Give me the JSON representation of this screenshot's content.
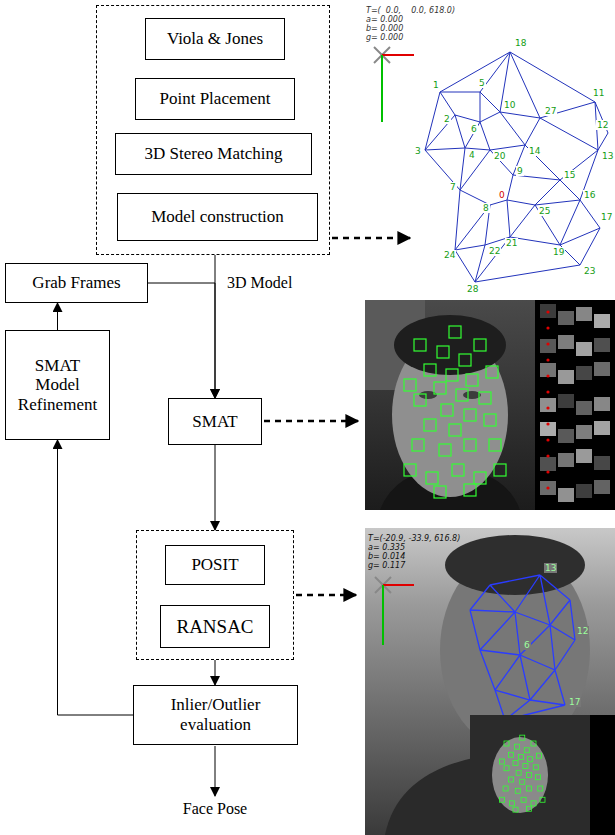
{
  "diagram": {
    "nodes": [
      {
        "text": []
      },
      {
        "text": [
          "Viola & Jones"
        ],
        "in": 0
      },
      {
        "text": [
          "Point Placement"
        ],
        "in": 0
      },
      {
        "text": [
          "3D Stereo Matching"
        ],
        "in": 0
      },
      {
        "text": [
          "Model construction"
        ],
        "in": 0
      },
      {
        "text": [
          "Grab Frames"
        ]
      },
      {
        "text": [
          "SMAT Model Refinement"
        ]
      },
      {
        "text": [
          "SMAT"
        ]
      },
      {
        "text": []
      },
      {
        "text": [
          "POSIT"
        ],
        "in": 8
      },
      {
        "text": [
          "RANSAC"
        ],
        "in": 8
      },
      {
        "text": [
          "Inlier/Outlier evaluation"
        ]
      }
    ],
    "edges": [
      {
        "from": 0,
        "to": 7,
        "arrow": "to",
        "label": "3D Model"
      },
      {
        "from": 5,
        "to": 7,
        "arrow": "to"
      },
      {
        "from": 7,
        "to": 8,
        "arrow": "to"
      },
      {
        "from": 8,
        "to": 11,
        "arrow": "to"
      },
      {
        "from": 11,
        "to": 6,
        "arrow": "to"
      },
      {
        "from": 6,
        "to": 5,
        "arrow": "to"
      }
    ],
    "labels": [
      "Face Pose",
      "T=(  0.0,    0.0, 618.0)",
      "a= 0.000",
      "b= 0.000",
      "g= 0.000",
      "18",
      "1",
      "5",
      "10",
      "11",
      "12",
      "13",
      "27",
      "2",
      "6",
      "14",
      "20",
      "3",
      "4",
      "9",
      "0",
      "15",
      "16",
      "8",
      "25",
      "7",
      "24",
      "22",
      "21",
      "19",
      "17",
      "23",
      "28",
      "T=(-20.9, -33.9, 616.8)",
      "a= 0.335",
      "b= 0.014",
      "g= 0.117",
      "13",
      "12",
      "6",
      "17"
    ]
  }
}
